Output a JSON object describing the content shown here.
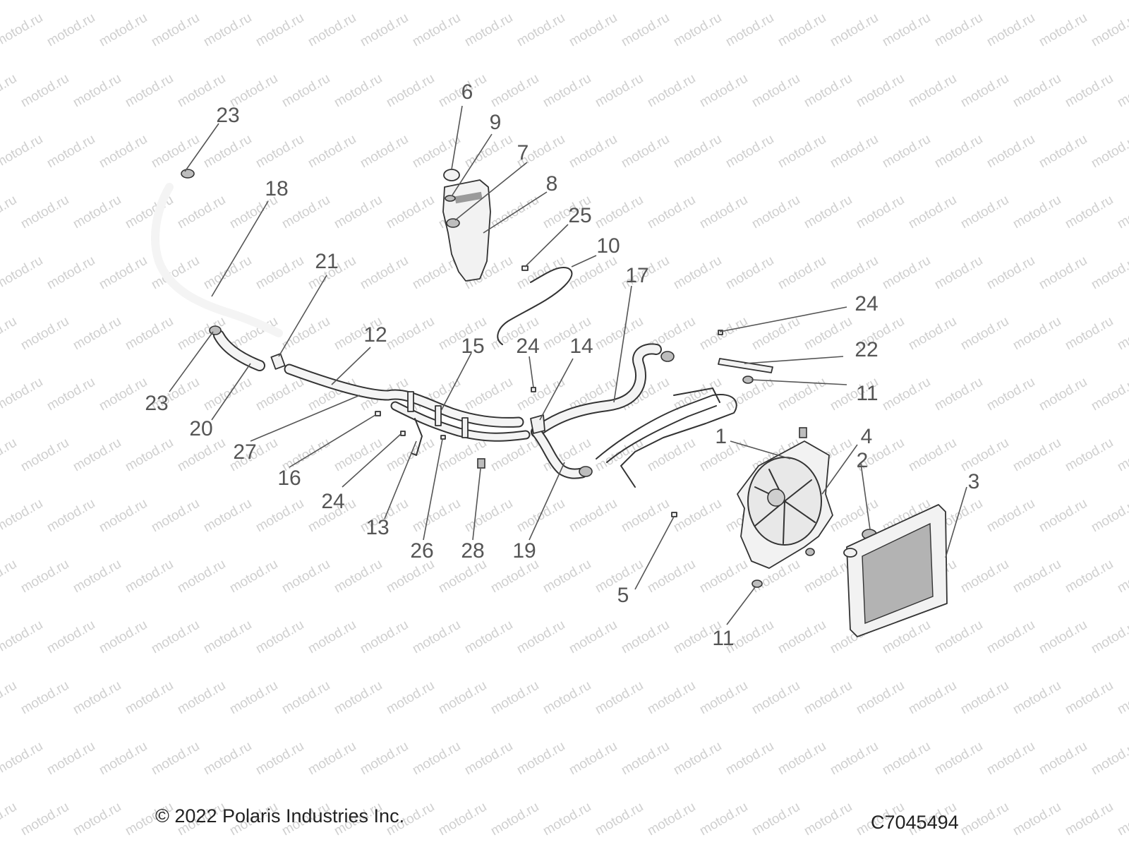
{
  "watermark": {
    "text": "motod.ru"
  },
  "footer": {
    "copyright": "© 2022 Polaris Industries Inc.",
    "figure_code": "C7045494"
  },
  "callouts": [
    {
      "id": "c1",
      "label": "1"
    },
    {
      "id": "c2",
      "label": "2"
    },
    {
      "id": "c3",
      "label": "3"
    },
    {
      "id": "c4",
      "label": "4"
    },
    {
      "id": "c5",
      "label": "5"
    },
    {
      "id": "c6",
      "label": "6"
    },
    {
      "id": "c7",
      "label": "7"
    },
    {
      "id": "c8",
      "label": "8"
    },
    {
      "id": "c9",
      "label": "9"
    },
    {
      "id": "c10",
      "label": "10"
    },
    {
      "id": "c11a",
      "label": "11"
    },
    {
      "id": "c11b",
      "label": "11"
    },
    {
      "id": "c12",
      "label": "12"
    },
    {
      "id": "c13",
      "label": "13"
    },
    {
      "id": "c14",
      "label": "14"
    },
    {
      "id": "c15",
      "label": "15"
    },
    {
      "id": "c16",
      "label": "16"
    },
    {
      "id": "c17",
      "label": "17"
    },
    {
      "id": "c18",
      "label": "18"
    },
    {
      "id": "c19",
      "label": "19"
    },
    {
      "id": "c20",
      "label": "20"
    },
    {
      "id": "c21",
      "label": "21"
    },
    {
      "id": "c22",
      "label": "22"
    },
    {
      "id": "c23a",
      "label": "23"
    },
    {
      "id": "c23b",
      "label": "23"
    },
    {
      "id": "c24a",
      "label": "24"
    },
    {
      "id": "c24b",
      "label": "24"
    },
    {
      "id": "c24c",
      "label": "24"
    },
    {
      "id": "c25",
      "label": "25"
    },
    {
      "id": "c26",
      "label": "26"
    },
    {
      "id": "c27",
      "label": "27"
    },
    {
      "id": "c28",
      "label": "28"
    }
  ]
}
